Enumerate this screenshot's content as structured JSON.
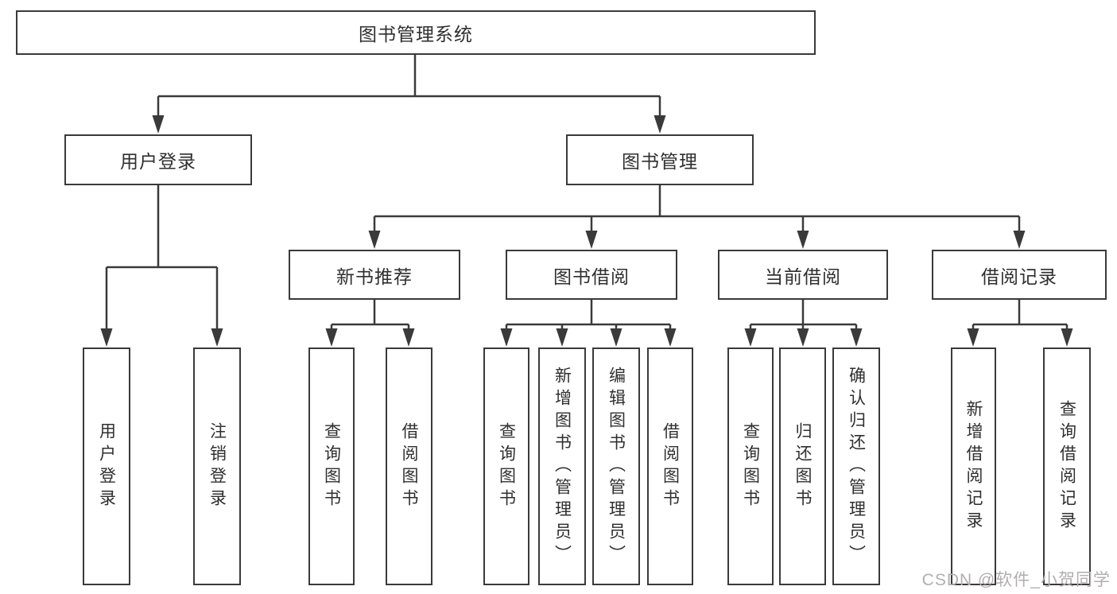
{
  "nodes": {
    "root": "图书管理系统",
    "user_login": "用户登录",
    "book_mgmt": "图书管理",
    "new_book_rec": "新书推荐",
    "book_borrow": "图书借阅",
    "current_borrow": "当前借阅",
    "borrow_records": "借阅记录",
    "leaf_user_login": "用户登录",
    "leaf_logout": "注销登录",
    "rec_query_books": "查询图书",
    "rec_borrow_books": "借阅图书",
    "borrow_query_books": "查询图书",
    "borrow_add_books": "新增图书（管理员）",
    "borrow_edit_books": "编辑图书（管理员）",
    "borrow_borrow_books": "借阅图书",
    "current_query_books": "查询图书",
    "current_return_books": "归还图书",
    "current_confirm_return": "确认归还（管理员）",
    "records_add": "新增借阅记录",
    "records_query": "查询借阅记录"
  },
  "watermark": "CSDN @软件_小贺同学",
  "colors": {
    "line": "#3a3a3a",
    "text": "#2f2f2f",
    "watermark": "#b3aeae",
    "background": "#ffffff"
  }
}
